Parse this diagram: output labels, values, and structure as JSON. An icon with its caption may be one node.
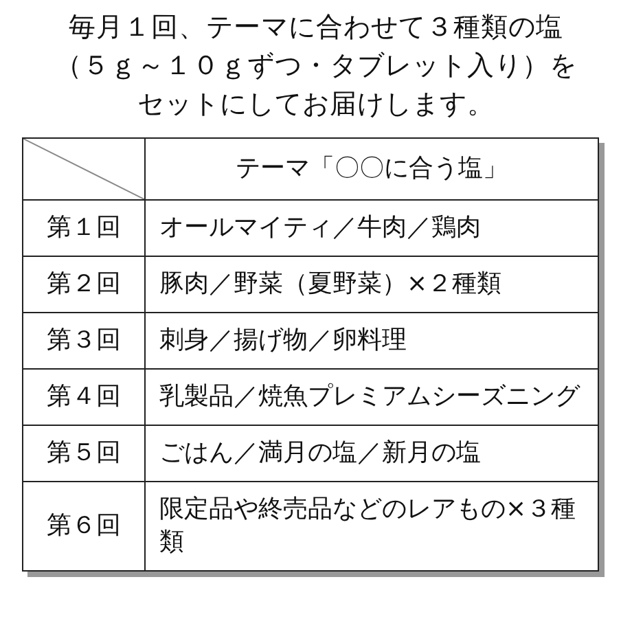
{
  "diagram": {
    "title": "毎月１回、テーマに合わせて３種類の塩（５ｇ～１０ｇずつ・タブレット入り）をセットにしてお届けします。",
    "labels": [
      "テーマ「〇〇に合う塩」",
      "第１回",
      "オールマイティ／牛肉／鶏肉",
      "第２回",
      "豚肉／野菜（夏野菜）×２種類",
      "第３回",
      "刺身／揚げ物／卵料理",
      "第４回",
      "乳製品／焼魚プレミアムシーズニング",
      "第５回",
      "ごはん／満月の塩／新月の塩",
      "第６回",
      "限定品や終売品などのレアもの×３種類"
    ]
  }
}
